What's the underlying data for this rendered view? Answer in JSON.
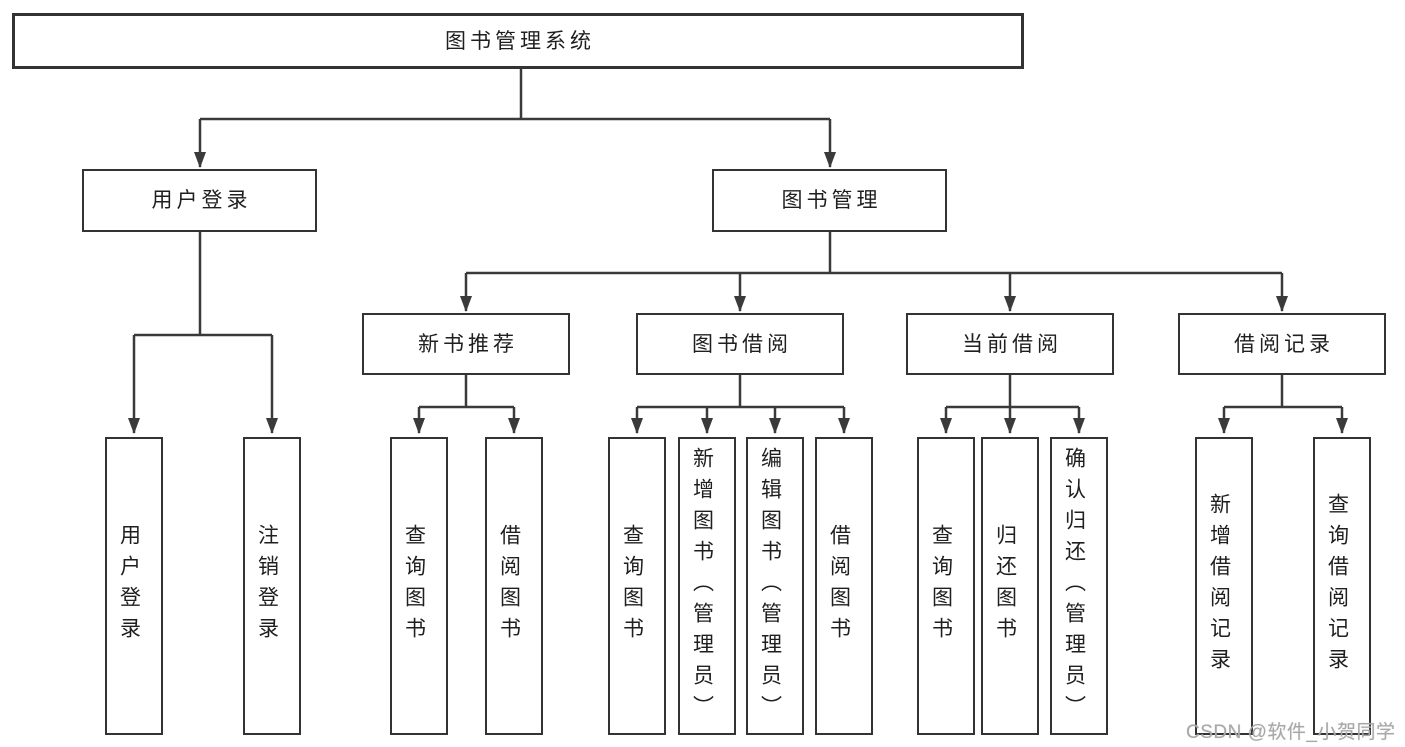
{
  "diagram": {
    "title": "图书管理系统",
    "root": {
      "label": "图书管理系统"
    },
    "level2": [
      {
        "label": "用户登录"
      },
      {
        "label": "图书管理"
      }
    ],
    "level3": [
      {
        "label": "新书推荐",
        "parent": "图书管理"
      },
      {
        "label": "图书借阅",
        "parent": "图书管理"
      },
      {
        "label": "当前借阅",
        "parent": "图书管理"
      },
      {
        "label": "借阅记录",
        "parent": "图书管理"
      }
    ],
    "leaves": [
      {
        "label": "用户登录",
        "parent": "用户登录"
      },
      {
        "label": "注销登录",
        "parent": "用户登录"
      },
      {
        "label": "查询图书",
        "parent": "新书推荐"
      },
      {
        "label": "借阅图书",
        "parent": "新书推荐"
      },
      {
        "label": "查询图书",
        "parent": "图书借阅"
      },
      {
        "label": "新增图书（管理员）",
        "parent": "图书借阅"
      },
      {
        "label": "编辑图书（管理员）",
        "parent": "图书借阅"
      },
      {
        "label": "借阅图书",
        "parent": "图书借阅"
      },
      {
        "label": "查询图书",
        "parent": "当前借阅"
      },
      {
        "label": "归还图书",
        "parent": "当前借阅"
      },
      {
        "label": "确认归还（管理员）",
        "parent": "当前借阅"
      },
      {
        "label": "新增借阅记录",
        "parent": "借阅记录"
      },
      {
        "label": "查询借阅记录",
        "parent": "借阅记录"
      }
    ]
  },
  "watermark": {
    "text": "CSDN @软件_小贺同学"
  },
  "colors": {
    "line": "#3a3a3a",
    "border": "#333333",
    "text": "#1f1f1f",
    "background": "#ffffff",
    "watermark": "#a8a8a8"
  }
}
